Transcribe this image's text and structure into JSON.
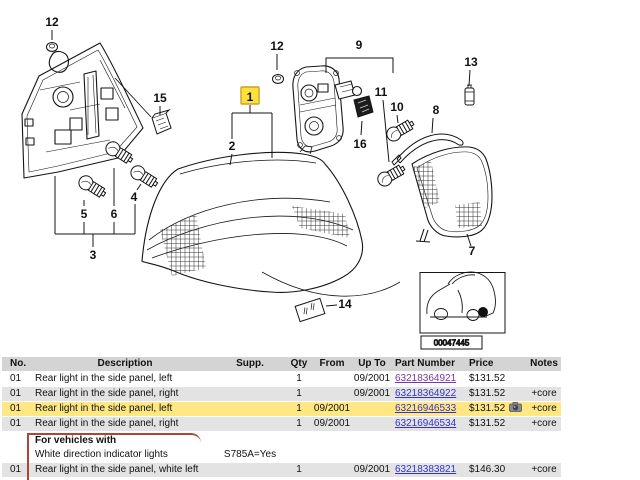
{
  "colors": {
    "highlight_callout_bg": "#ffe139",
    "highlight_callout_border": "#c9a227",
    "selected_row_bg": "#ffe784",
    "alt_row_bg": "#e3e3e3",
    "header_bg": "#d4d4d4",
    "link_blue": "#3333cc",
    "link_visited_purple": "#7a35a8",
    "group_bracket_red": "#b04434",
    "line_art": "#151515"
  },
  "diagram": {
    "highlighted_callout": "1",
    "callouts": {
      "c1": "1",
      "c2": "2",
      "c3": "3",
      "c4": "4",
      "c5": "5",
      "c6": "6",
      "c7": "7",
      "c8": "8",
      "c9": "9",
      "c10": "10",
      "c11": "11",
      "c12_left": "12",
      "c12_mid": "12",
      "c13": "13",
      "c14": "14",
      "c15": "15",
      "c16": "16"
    },
    "car_thumbnail_id": "00047445"
  },
  "table": {
    "headers": {
      "no": "No.",
      "description": "Description",
      "supp": "Supp.",
      "qty": "Qty",
      "from": "From",
      "upto": "Up To",
      "part": "Part Number",
      "price": "Price",
      "notes": "Notes"
    },
    "rows": [
      {
        "no": "01",
        "description": "Rear light in the side panel, left",
        "supp": "",
        "qty": "1",
        "from": "",
        "upto": "09/2001",
        "part": "63218364921",
        "price": "$131.52",
        "notes": ""
      },
      {
        "no": "01",
        "description": "Rear light in the side panel, right",
        "supp": "",
        "qty": "1",
        "from": "",
        "upto": "09/2001",
        "part": "63218364922",
        "price": "$131.52",
        "notes": "+core"
      },
      {
        "no": "01",
        "description": "Rear light in the side panel, left",
        "supp": "",
        "qty": "1",
        "from": "09/2001",
        "upto": "",
        "part": "63216946533",
        "price": "$131.52",
        "notes": "+core"
      },
      {
        "no": "01",
        "description": "Rear light in the side panel, right",
        "supp": "",
        "qty": "1",
        "from": "09/2001",
        "upto": "",
        "part": "63216946534",
        "price": "$131.52",
        "notes": "+core"
      }
    ],
    "section": {
      "title": "For vehicles with",
      "subtitle": "White direction indicator lights",
      "supp": "S785A=Yes"
    },
    "row_white": {
      "no": "01",
      "description": "Rear light in the side panel, white left",
      "supp": "",
      "qty": "1",
      "from": "",
      "upto": "09/2001",
      "part": "63218383821",
      "price": "$146.30",
      "notes": "+core"
    }
  }
}
